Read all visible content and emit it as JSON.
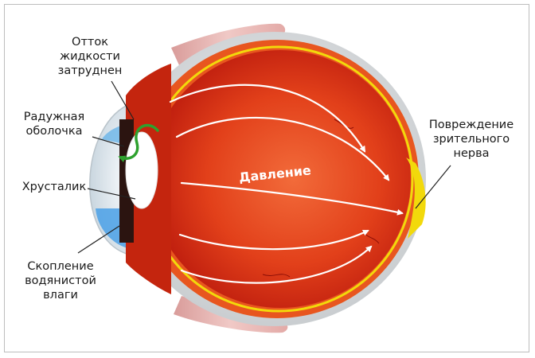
{
  "labels": {
    "outflow": [
      "Отток",
      "жидкости",
      "затруднен"
    ],
    "iris": [
      "Радужная",
      "оболочка"
    ],
    "lens": [
      "Хрусталик"
    ],
    "aqueous": [
      "Скопление",
      "водянистой",
      "влаги"
    ],
    "nerve": [
      "Повреждение",
      "зрительного",
      "нерва"
    ],
    "pressure": "Давление"
  },
  "colors": {
    "sclera": "#d9dcdf",
    "choroid": "#e84a1e",
    "retina_line": "#f2d90b",
    "eye_interior": "#d9230f",
    "arrows": "#ffffff",
    "outflow_arrow": "#2ea12e",
    "aqueous_blue": "#4aa0e6",
    "eyelid": "#e9b9b7"
  }
}
